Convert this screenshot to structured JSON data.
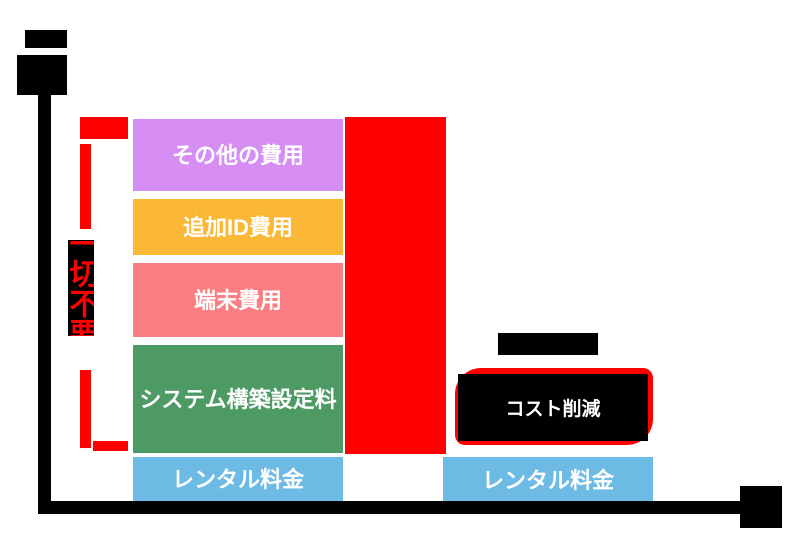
{
  "chart_data": {
    "type": "bar",
    "title": "",
    "xlabel": "",
    "ylabel": "",
    "grid": false,
    "legend": "none",
    "categories": [
      "(redacted)",
      "(redacted)"
    ],
    "series": [
      {
        "name": "その他の費用",
        "color": "#d68ef5",
        "values": [
          72,
          0
        ]
      },
      {
        "name": "追加ID費用",
        "color": "#fbb836",
        "values": [
          56,
          0
        ]
      },
      {
        "name": "端末費用",
        "color": "#fb7f82",
        "values": [
          74,
          0
        ]
      },
      {
        "name": "システム構築\n設定料",
        "color": "#4d9a65",
        "values": [
          108,
          0
        ]
      },
      {
        "name": "レンタル料金",
        "color": "#6dbbe5",
        "values": [
          44,
          44
        ]
      }
    ],
    "annotations": [
      {
        "text": "一切不要",
        "color": "#ff0000",
        "orientation": "vertical",
        "target": "left-stack-upper-segments"
      },
      {
        "text": "コスト削減",
        "color": "#ffffff",
        "background": "#000000",
        "target": "right-column-gap"
      }
    ]
  },
  "axes": {
    "y_axis_name": "y-axis",
    "x_axis_name": "x-axis",
    "axis_color": "#000000"
  },
  "bars": {
    "left_stack": [
      {
        "label": "その他の費用",
        "color": "#d68ef5"
      },
      {
        "label": "追加ID費用",
        "color": "#fbb836"
      },
      {
        "label": "端末費用",
        "color": "#fb7f82"
      },
      {
        "label": "システム構築\n設定料",
        "color": "#4d9a65"
      },
      {
        "label": "レンタル料金",
        "color": "#6dbbe5"
      }
    ],
    "left_build_line1": "システム構築",
    "left_build_line2": "設定料",
    "right_stack": [
      {
        "label": "レンタル料金",
        "color": "#6dbbe5"
      }
    ]
  },
  "callouts": {
    "vertical_label": "一切不要",
    "vertical_label_color": "#ff0000",
    "vertical_label_bg": "#000000",
    "cost_reduction": "コスト削減",
    "cost_reduction_color": "#ffffff",
    "cost_reduction_bg": "#000000"
  },
  "redactions": {
    "y_axis_top_box": "",
    "y_axis_title_box": "",
    "x_axis_right_box": "",
    "cost_caption_box": "",
    "center_red_block": ""
  },
  "colors": {
    "red": "#ff0000",
    "black": "#000000",
    "purple": "#d68ef5",
    "orange": "#fbb836",
    "pink": "#fb7f82",
    "green": "#4d9a65",
    "blue": "#6dbbe5"
  }
}
